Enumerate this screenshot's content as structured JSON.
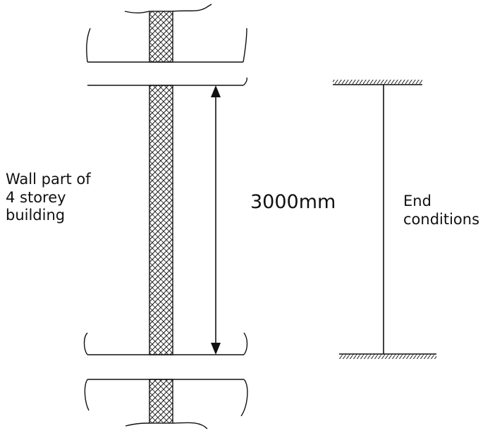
{
  "labels": {
    "wall_line1": "Wall part of",
    "wall_line2": "4 storey",
    "wall_line3": "building",
    "dimension": "3000mm",
    "end_line1": "End",
    "end_line2": "conditions"
  },
  "colors": {
    "line": "#111111",
    "hatch": "#222222",
    "background": "#ffffff"
  }
}
